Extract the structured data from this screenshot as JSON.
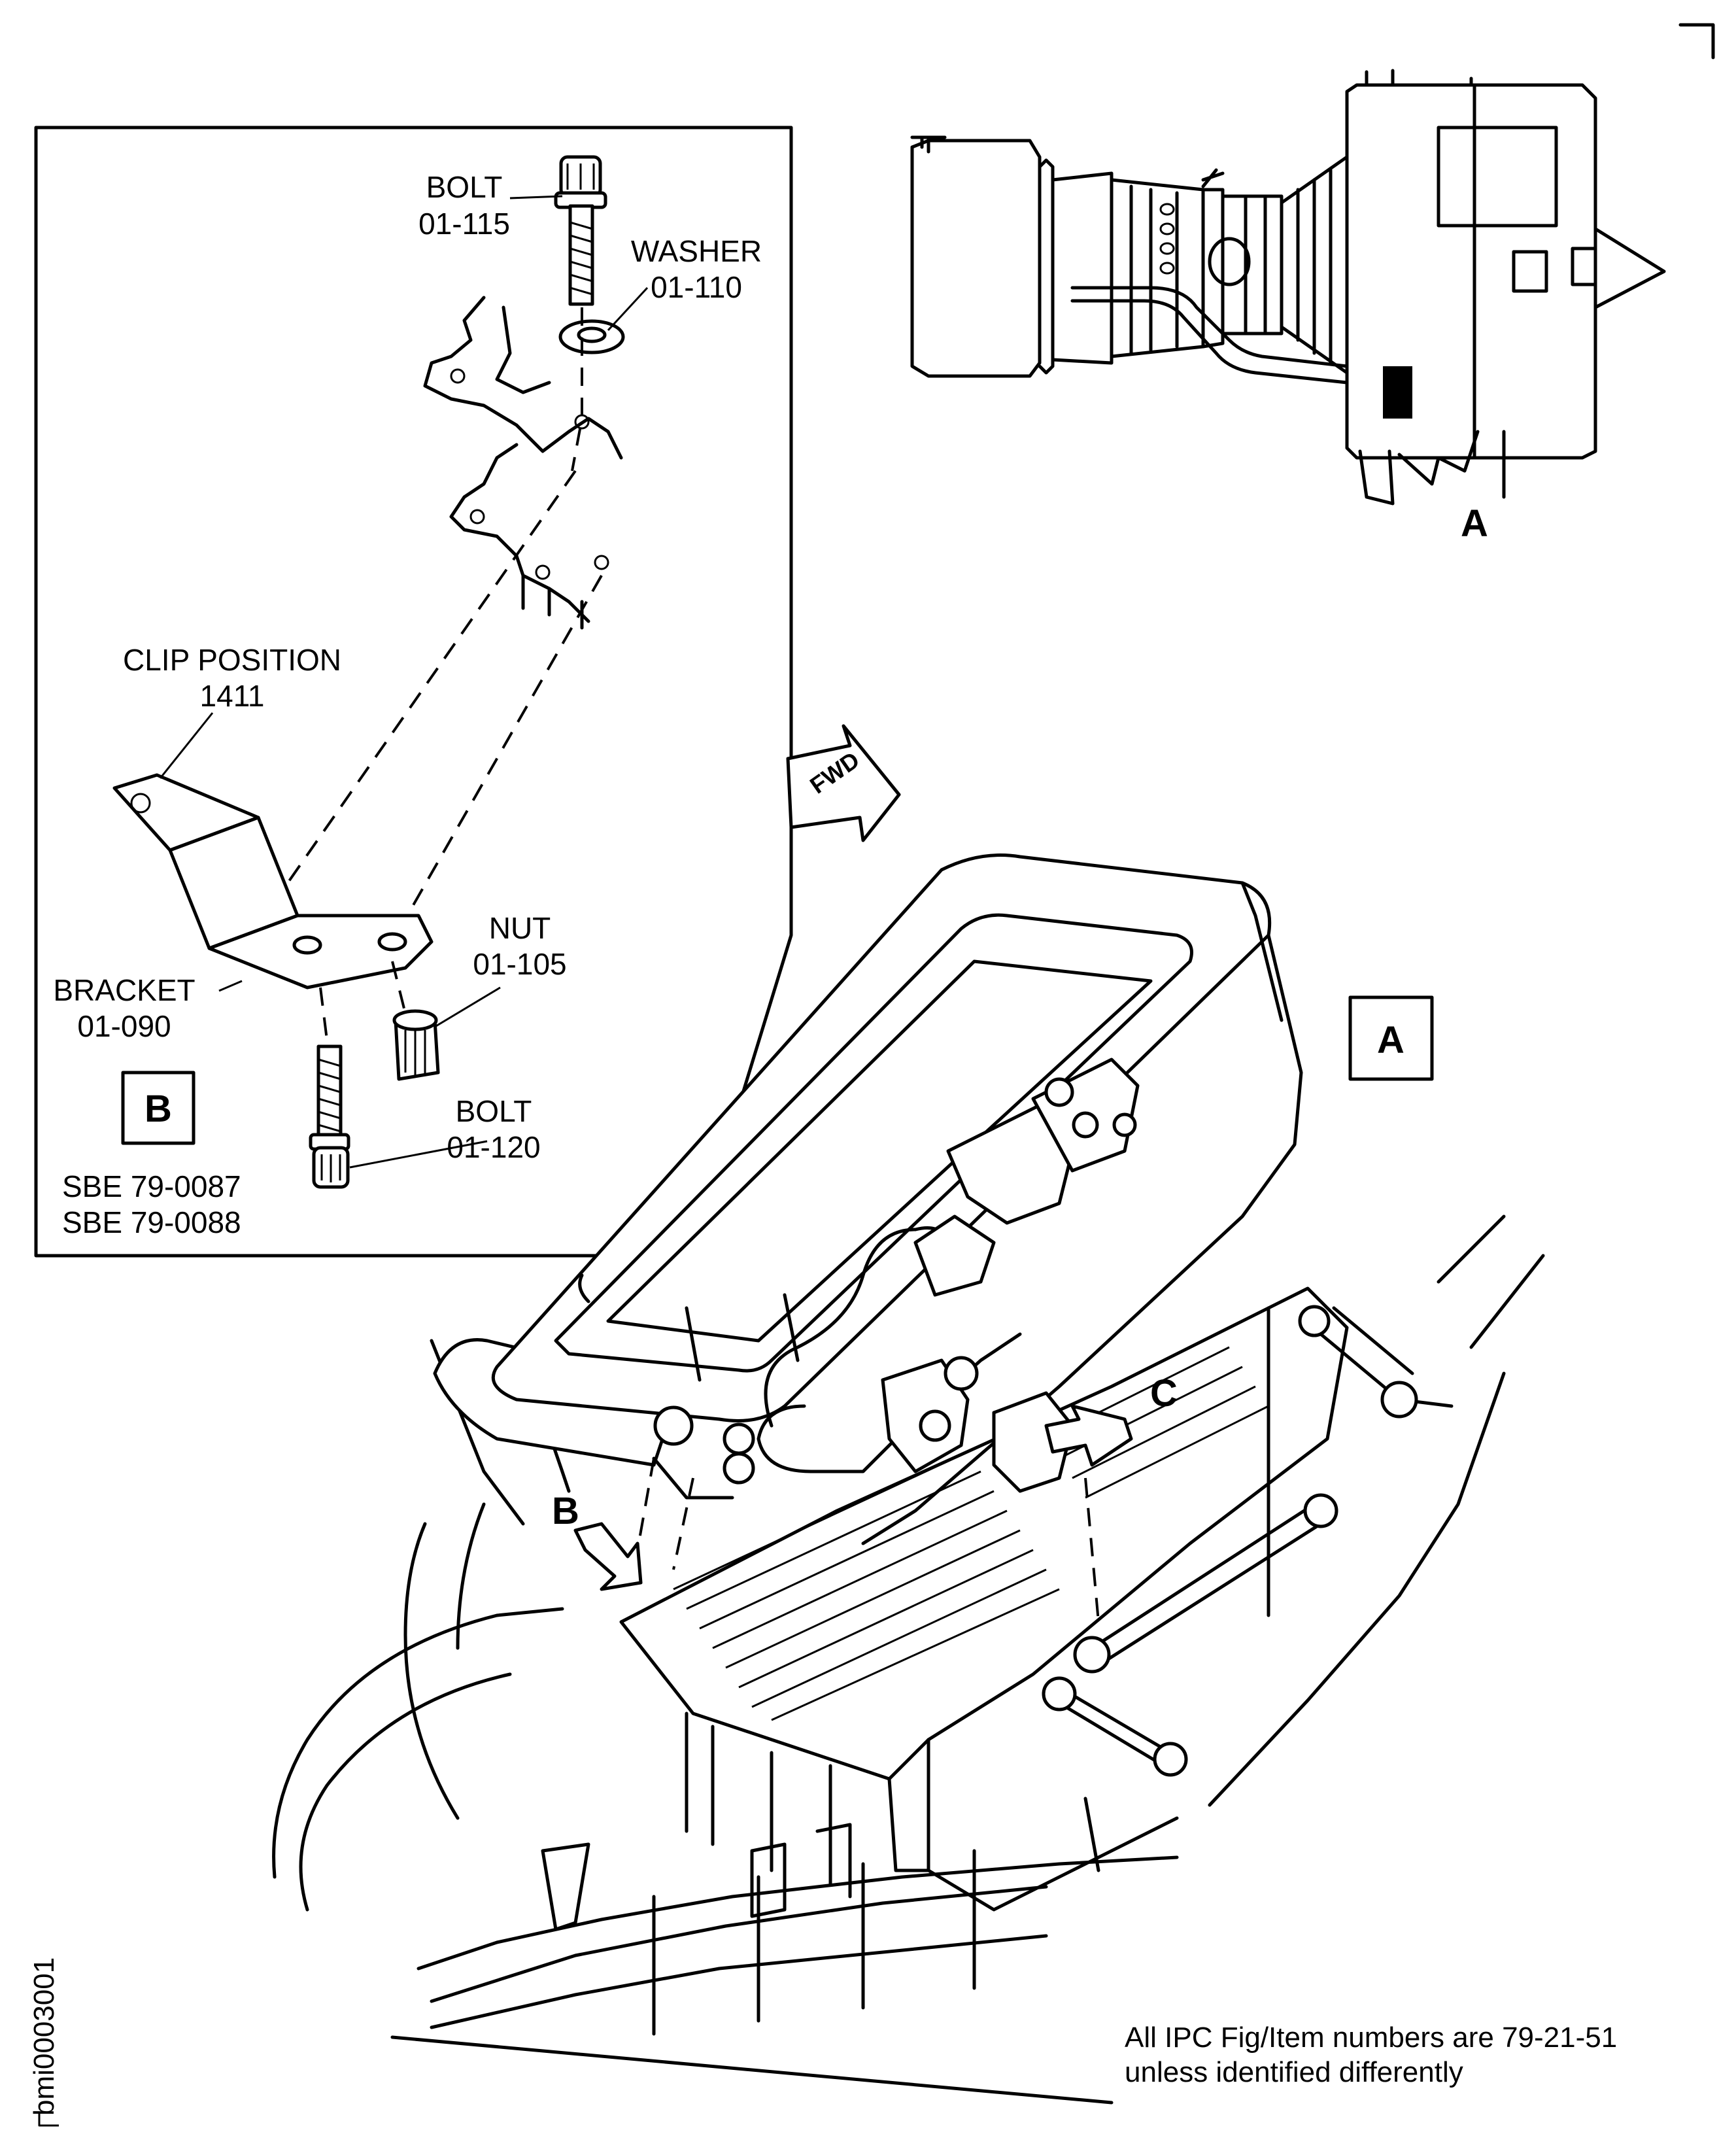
{
  "detail_b": {
    "callout": "B",
    "labels": {
      "bolt_top_name": "BOLT",
      "bolt_top_item": "01-115",
      "washer_name": "WASHER",
      "washer_item": "01-110",
      "clip_name": "CLIP POSITION",
      "clip_item": "1411",
      "nut_name": "NUT",
      "nut_item": "01-105",
      "bracket_name": "BRACKET",
      "bracket_item": "01-090",
      "bolt_bottom_name": "BOLT",
      "bolt_bottom_item": "01-120"
    },
    "sbe_lines": [
      "SBE 79-0087",
      "SBE 79-0088"
    ]
  },
  "engine_view": {
    "callout": "A"
  },
  "main_view": {
    "view_callout": "A",
    "fwd_label": "FWD",
    "arrow_b": "B",
    "arrow_c": "C"
  },
  "footer": {
    "note_line1": "All IPC Fig/Item numbers are 79-21-51",
    "note_line2": "unless identified differently",
    "figure_id": "bmi0003001"
  }
}
